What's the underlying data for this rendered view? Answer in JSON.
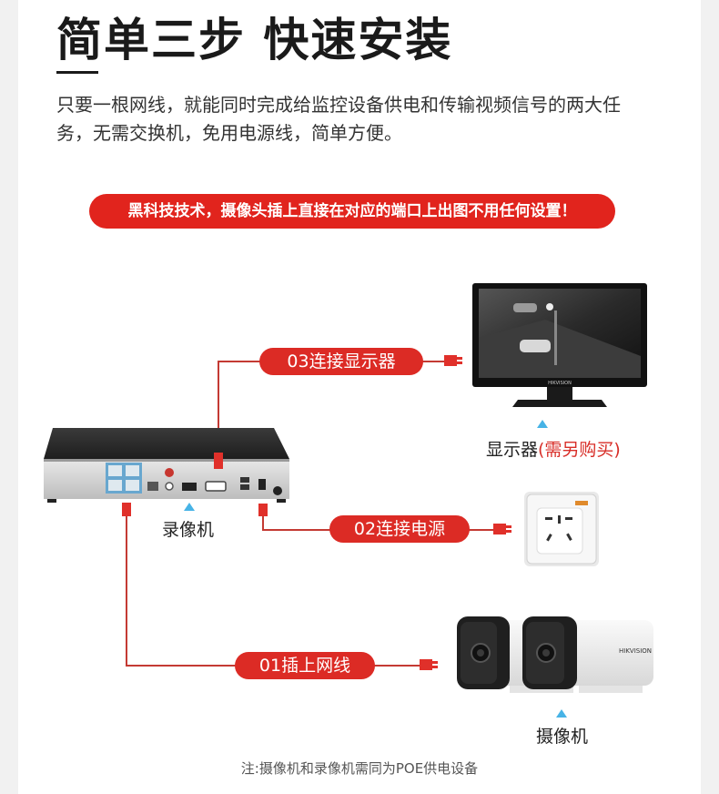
{
  "header": {
    "title": "简单三步 快速安装",
    "description": "只要一根网线，就能同时完成给监控设备供电和传输视频信号的两大任务，无需交换机，免用电源线，简单方便。"
  },
  "banner": {
    "text": "黑科技技术，摄像头插上直接在对应的端口上出图不用任何设置！"
  },
  "steps": [
    {
      "label": "03连接显示器"
    },
    {
      "label": "02连接电源"
    },
    {
      "label": "01插上网线"
    }
  ],
  "devices": {
    "nvr_label": "录像机",
    "monitor_label": "显示器",
    "monitor_note": "(需另购买)",
    "camera_label": "摄像机",
    "monitor_brand": "HIKVISION",
    "camera_brand": "HIKVISION"
  },
  "footer": {
    "note": "注:摄像机和录像机需同为POE供电设备"
  },
  "colors": {
    "accent": "#e1241d",
    "connector": "#e0302a",
    "indicator": "#47b3e6"
  }
}
